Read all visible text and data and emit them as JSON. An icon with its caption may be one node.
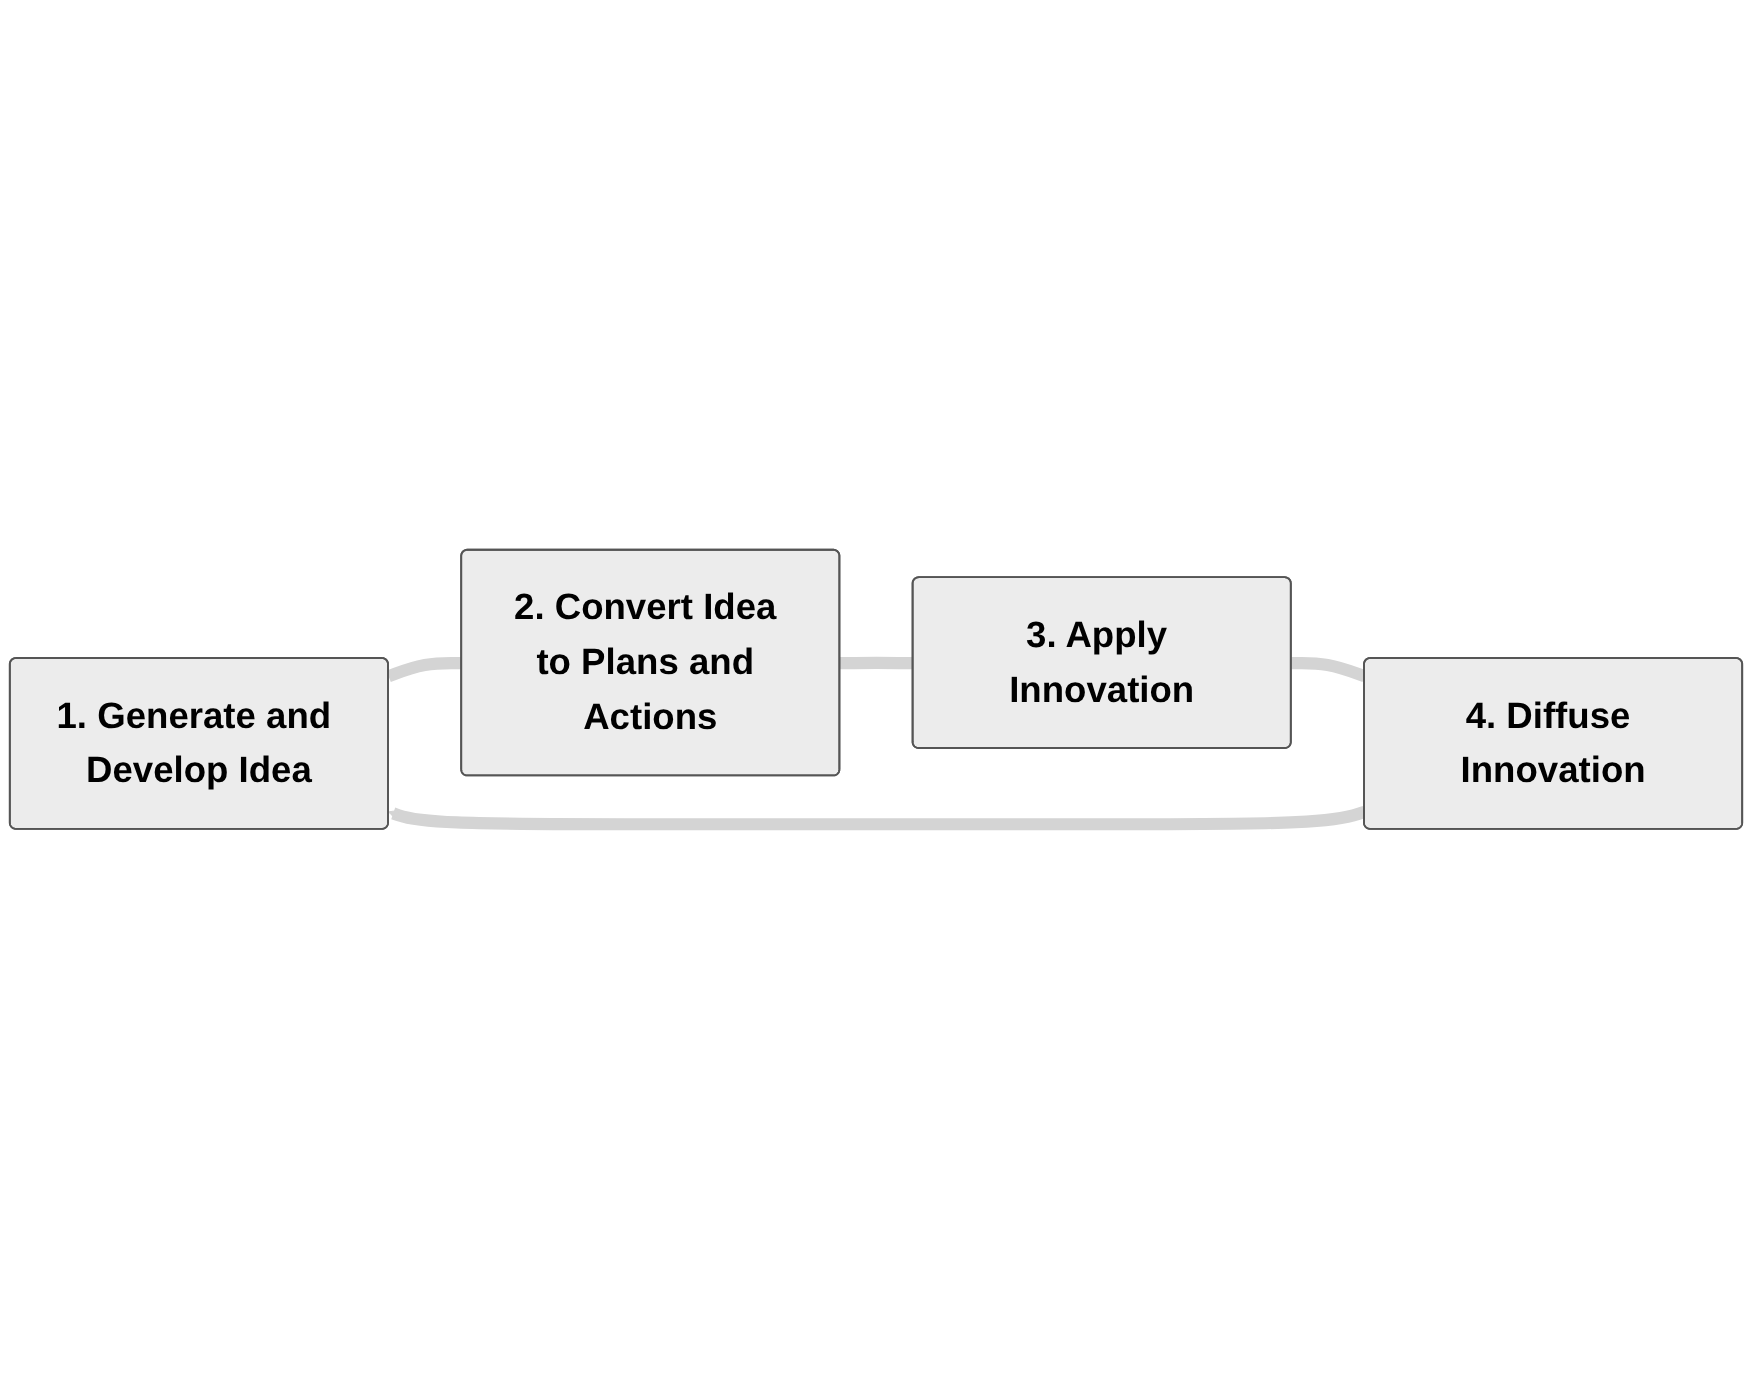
{
  "diagram": {
    "nodes": [
      {
        "text": [
          "1. Generate and Develop Idea"
        ]
      },
      {
        "text": [
          "2. Convert Idea to Plans and Actions"
        ]
      },
      {
        "text": [
          "3. Apply Innovation"
        ]
      },
      {
        "text": [
          "4. Diffuse Innovation"
        ]
      }
    ],
    "edges": [
      {
        "from": 0,
        "to": 1,
        "arrow": "none"
      },
      {
        "from": 1,
        "to": 2,
        "arrow": "none"
      },
      {
        "from": 2,
        "to": 3,
        "arrow": "none"
      },
      {
        "from": 3,
        "to": 0,
        "arrow": "to"
      }
    ]
  }
}
